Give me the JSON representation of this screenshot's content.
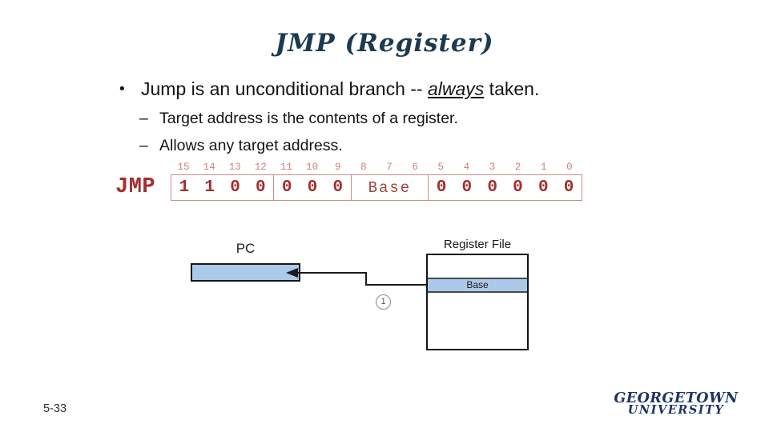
{
  "slide": {
    "title": "JMP (Register)",
    "page_number": "5-33"
  },
  "bullets": {
    "bullet_glyph": "•",
    "dash_glyph": "–",
    "main_pre": "Jump is an unconditional branch -- ",
    "main_em": "always",
    "main_post": " taken.",
    "sub1": "Target address is the contents of a register.",
    "sub2": "Allows any target address."
  },
  "encoding": {
    "opcode_label": "JMP",
    "bit_numbers": [
      "15",
      "14",
      "13",
      "12",
      "11",
      "10",
      "9",
      "8",
      "7",
      "6",
      "5",
      "4",
      "3",
      "2",
      "1",
      "0"
    ],
    "opcode_bits": [
      "1",
      "1",
      "0",
      "0"
    ],
    "unused_high_bits": [
      "0",
      "0",
      "0"
    ],
    "base_label": "Base",
    "unused_low_bits": [
      "0",
      "0",
      "0",
      "0",
      "0",
      "0"
    ]
  },
  "diagram": {
    "pc_label": "PC",
    "register_file_label": "Register File",
    "base_row_label": "Base",
    "step_marker": "1"
  },
  "logo": {
    "line1": "GEORGETOWN",
    "line2": "UNIVERSITY"
  },
  "colors": {
    "title_navy": "#1c3a50",
    "encoding_dark_red": "#a12f2e",
    "encoding_light_red": "#ca837b",
    "box_fill_blue": "#adc9e9",
    "logo_navy": "#1f3464"
  }
}
